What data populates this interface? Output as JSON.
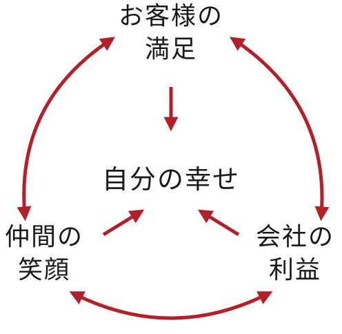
{
  "nodes": {
    "top": {
      "line1": "お客様の",
      "line2": "満足"
    },
    "center": {
      "line1": "自分の幸せ"
    },
    "left": {
      "line1": "仲間の",
      "line2": "笑顔"
    },
    "right": {
      "line1": "会社の",
      "line2": "利益"
    }
  },
  "colors": {
    "arrow": "#b3202a",
    "text": "#1a1a1a"
  }
}
